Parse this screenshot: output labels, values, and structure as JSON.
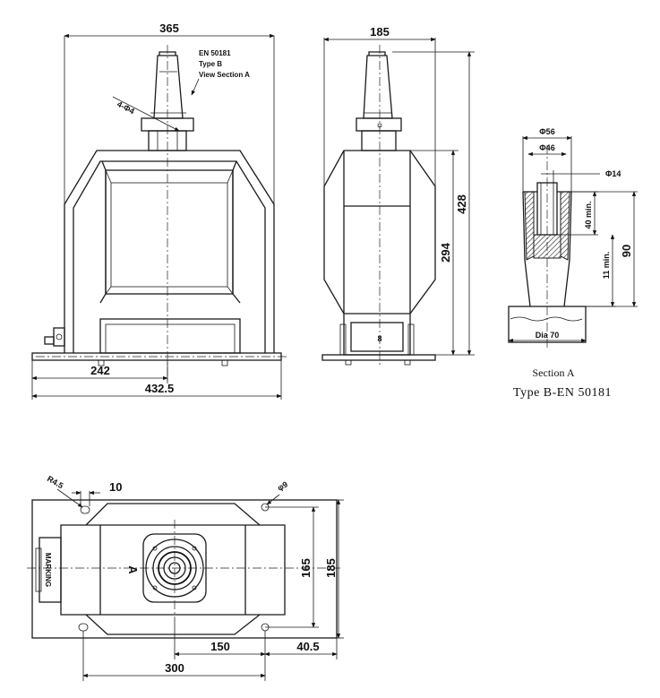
{
  "front_view": {
    "width_top": "365",
    "width_base": "432.5",
    "offset_242": "242",
    "note_standard": "EN 50181",
    "note_type": "Type B",
    "note_view": "View Section A",
    "holes": "4-Φ4"
  },
  "side_view": {
    "width": "185",
    "height_total": "428",
    "height_body": "294"
  },
  "section_a": {
    "dia_56": "Φ56",
    "dia_46": "Φ46",
    "dia_14": "Φ14",
    "depth_40": "40 min.",
    "depth_11": "11 min.",
    "height_90": "90",
    "base_dia": "Dia 70",
    "title": "Section A",
    "subtitle": "Type B-EN 50181"
  },
  "top_view": {
    "radius": "R4.5",
    "slot": "10",
    "hole": "φ9",
    "width_165": "165",
    "width_185": "185",
    "spacing_150": "150",
    "spacing_300": "300",
    "offset_40_5": "40.5",
    "nameplate": "MARKING",
    "arrow_label": "A"
  }
}
